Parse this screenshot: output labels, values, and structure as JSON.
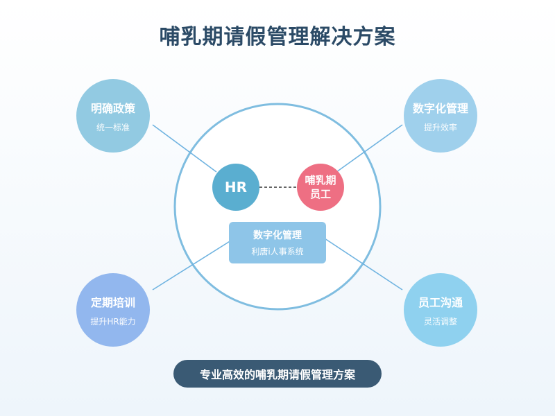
{
  "title": "哺乳期请假管理解决方案",
  "nodes": {
    "top_left": {
      "main": "明确政策",
      "sub": "统一标准"
    },
    "top_right": {
      "main": "数字化管理",
      "sub": "提升效率"
    },
    "bottom_left": {
      "main": "定期培训",
      "sub": "提升HR能力"
    },
    "bottom_right": {
      "main": "员工沟通",
      "sub": "灵活调整"
    }
  },
  "center": {
    "hr": "HR",
    "employee_line1": "哺乳期",
    "employee_line2": "员工",
    "box_main": "数字化管理",
    "box_sub": "利唐i人事系统"
  },
  "footer": "专业高效的哺乳期请假管理方案",
  "colors": {
    "title": "#2b4a66",
    "hr_node": "#5aaed0",
    "employee_node": "#ee6f83",
    "box": "#8ec5e8",
    "footer_pill": "#3a5a74",
    "ring": "#7fbde0",
    "connector": "#6fb3e0"
  }
}
